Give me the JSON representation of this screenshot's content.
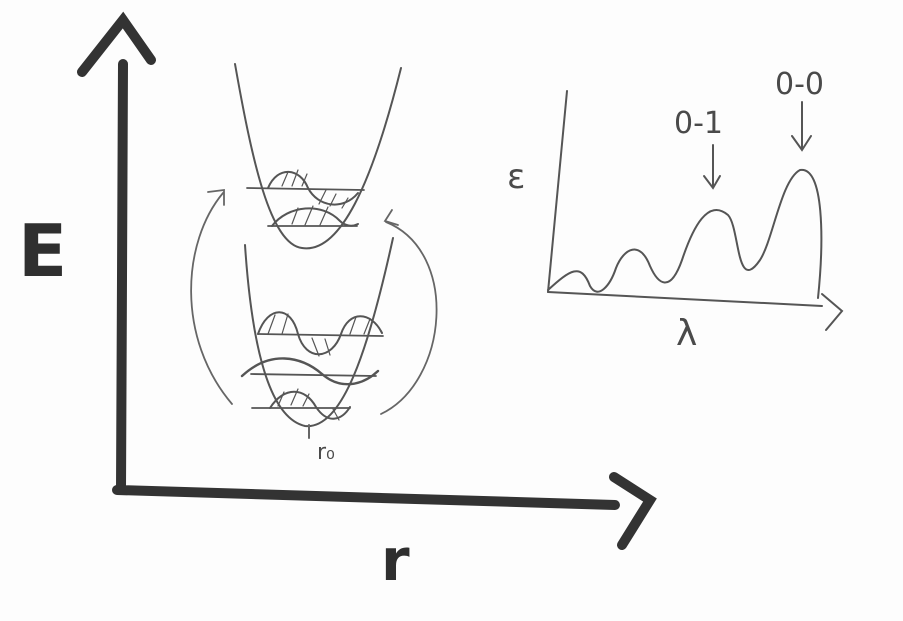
{
  "main_plot": {
    "y_label": "E",
    "x_label": "r",
    "r0_label": "r₀"
  },
  "spectrum": {
    "y_label": "ε",
    "x_label": "λ",
    "peak_labels": [
      "0-1",
      "0-0"
    ]
  }
}
